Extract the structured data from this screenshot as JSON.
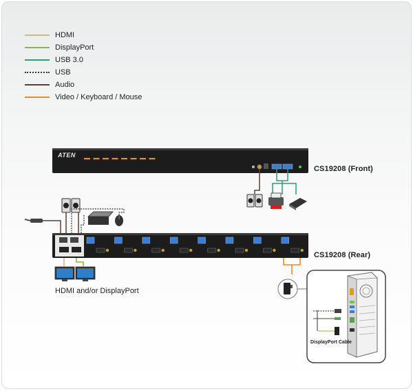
{
  "legend": [
    {
      "label": "HDMI",
      "color": "#c9b98b",
      "style": "solid"
    },
    {
      "label": "DisplayPort",
      "color": "#8ab83a",
      "style": "solid"
    },
    {
      "label": "USB 3.0",
      "color": "#2e9a78",
      "style": "solid"
    },
    {
      "label": "USB",
      "color": "#333333",
      "style": "dotted"
    },
    {
      "label": "Audio",
      "color": "#5a4030",
      "style": "solid"
    },
    {
      "label": "Video / Keyboard / Mouse",
      "color": "#ee8a22",
      "style": "solid"
    }
  ],
  "front_unit": {
    "label": "CS19208 (Front)",
    "brand": "ATEN"
  },
  "rear_unit": {
    "label": "CS19208 (Rear)"
  },
  "console": {
    "caption": "HDMI and/or DisplayPort"
  },
  "computer": {
    "cable_caption": "DisplayPort Cable"
  },
  "colors": {
    "unit_body": "#1c1c1c",
    "port_blue": "#3a7fd5",
    "orange": "#ee8a22"
  }
}
